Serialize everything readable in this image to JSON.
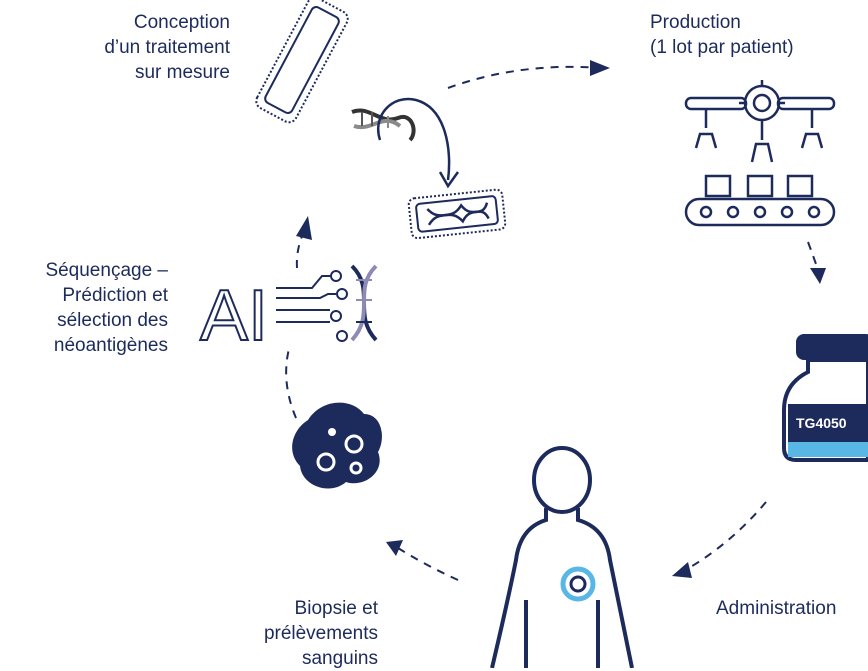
{
  "steps": {
    "conception": {
      "lines": [
        "Conception",
        "d’un traitement",
        "sur mesure"
      ]
    },
    "production": {
      "lines": [
        "Production",
        "(1 lot par patient)"
      ]
    },
    "sequencage": {
      "lines": [
        "Séquençage –",
        "Prédiction et",
        "sélection des",
        "néoantigènes"
      ]
    },
    "biopsie": {
      "lines": [
        "Biopsie et",
        "prélèvements",
        "sanguins"
      ]
    },
    "administration": {
      "label": "Administration"
    }
  },
  "vial": {
    "label": "TG4050"
  },
  "ai": {
    "letters": "AI"
  },
  "colors": {
    "navy": "#1d2b5c",
    "accent": "#59b7e6",
    "grey": "#8a8a8a"
  }
}
